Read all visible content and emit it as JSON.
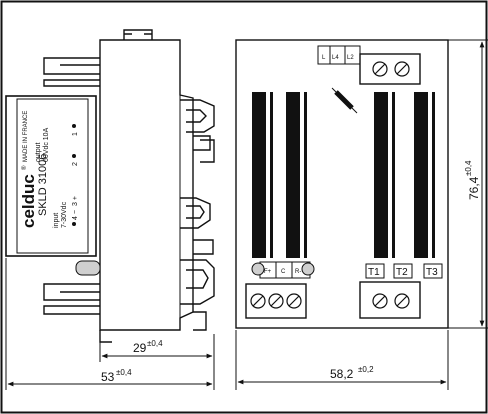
{
  "side_view": {
    "brand": "celduc",
    "brand_mark": "®",
    "made_in": "MADE IN FRANCE",
    "model": "SKLD 31006",
    "input_label": "input",
    "input_range": "7-30Vdc",
    "output_label": "output",
    "output_rating": "60Vdc 10A",
    "pin_4_minus": "4 −",
    "pin_3_plus": "3 +",
    "pin_2": "2",
    "pin_1": "1"
  },
  "front_view": {
    "top_labels": [
      "L",
      "L4",
      "L2"
    ],
    "bottom_left_labels": [
      "F+",
      "C",
      "R-"
    ],
    "terminal_labels": [
      "T1",
      "T2",
      "T3"
    ]
  },
  "dimensions": {
    "depth_inner": "29",
    "depth_inner_tol": "±0,4",
    "depth_total": "53",
    "depth_total_tol": "±0,4",
    "width": "58,2",
    "width_tol": "±0,2",
    "height": "76,4",
    "height_tol": "±0,4"
  }
}
